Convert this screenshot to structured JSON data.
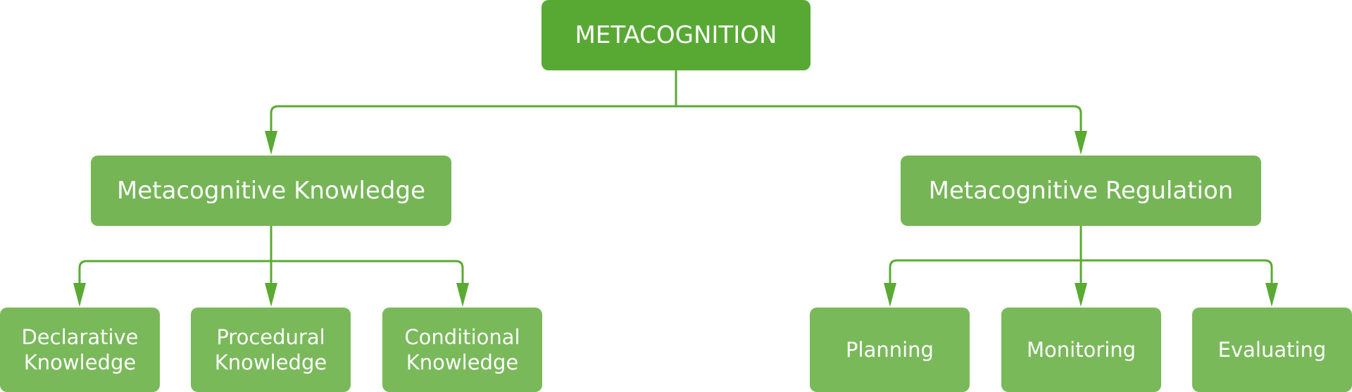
{
  "diagram": {
    "colors": {
      "root": "#58a934",
      "level1": "#75b556",
      "level2": "#79b95a",
      "connector": "#5aaa33"
    },
    "root": {
      "label": "METACOGNITION"
    },
    "branches": [
      {
        "label": "Metacognitive Knowledge",
        "children": [
          {
            "label": "Declarative\nKnowledge"
          },
          {
            "label": "Procedural\nKnowledge"
          },
          {
            "label": "Conditional\nKnowledge"
          }
        ]
      },
      {
        "label": "Metacognitive Regulation",
        "children": [
          {
            "label": "Planning"
          },
          {
            "label": "Monitoring"
          },
          {
            "label": "Evaluating"
          }
        ]
      }
    ]
  }
}
